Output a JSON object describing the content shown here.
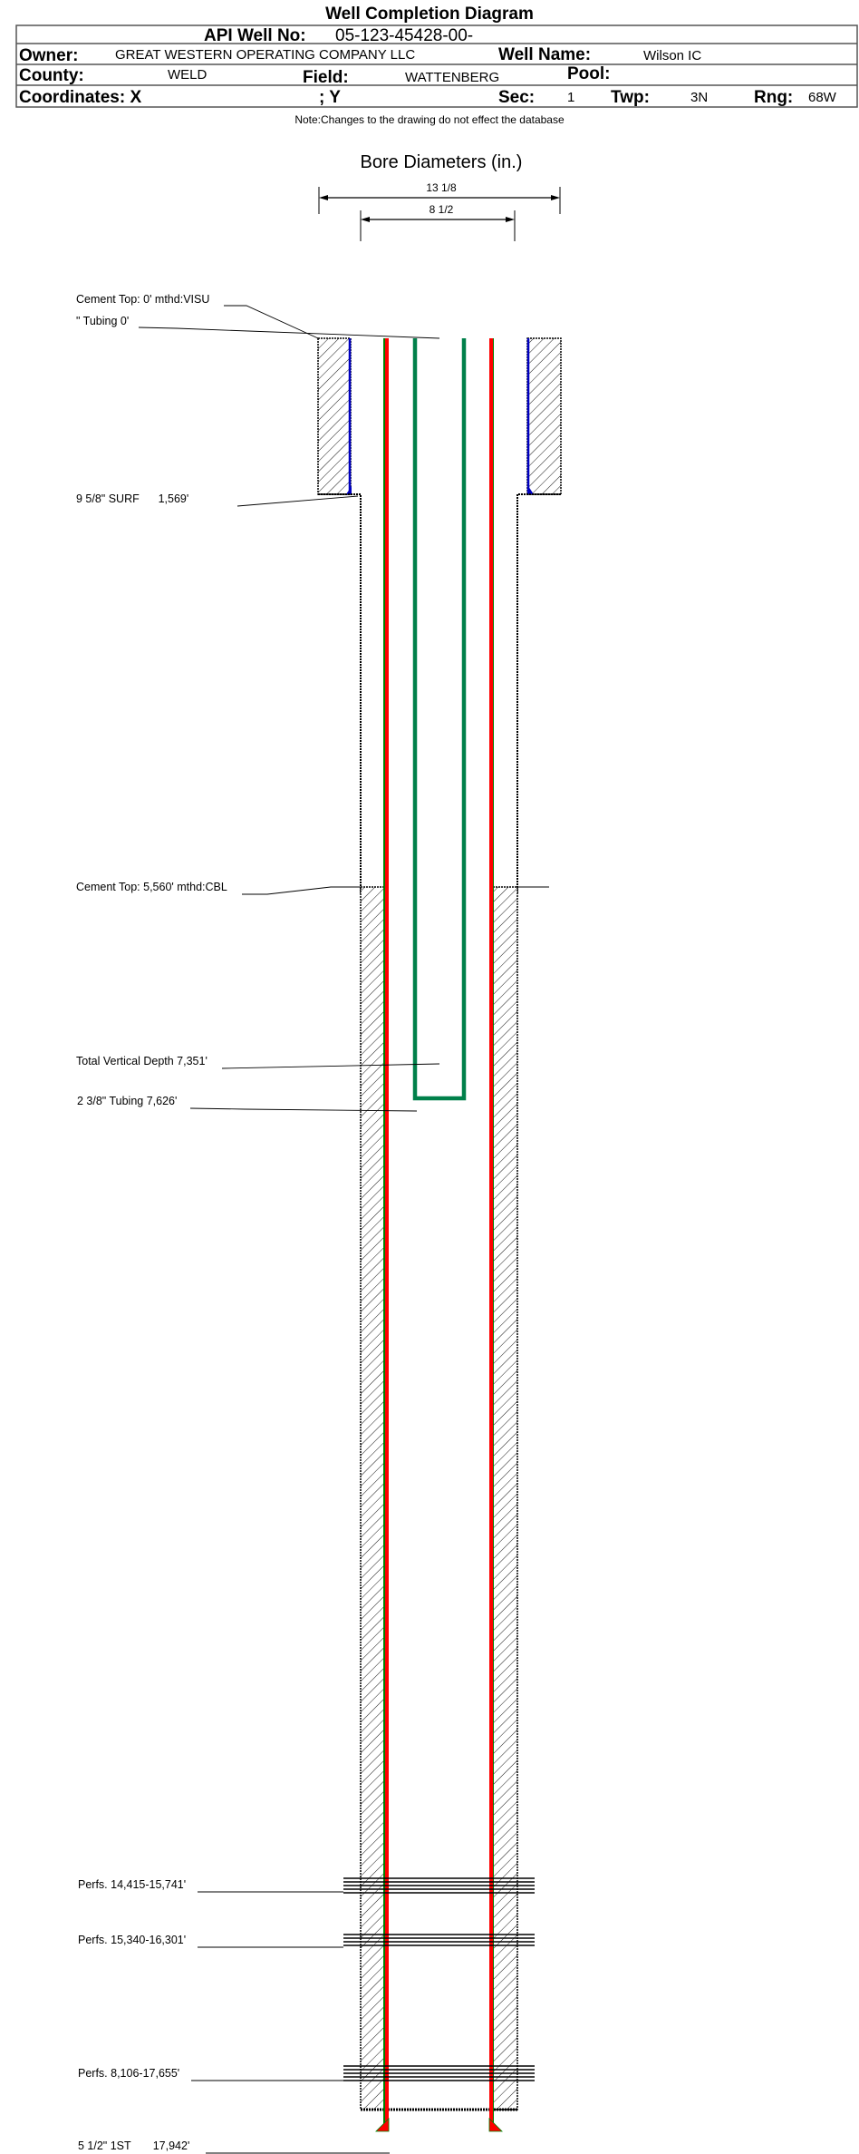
{
  "title": "Well Completion Diagram",
  "header": {
    "api_label": "API Well No:",
    "api_value": "05-123-45428-00-",
    "owner_label": "Owner:",
    "owner_value": "GREAT WESTERN OPERATING COMPANY LLC",
    "well_name_label": "Well Name:",
    "well_name_value": "Wilson IC",
    "county_label": "County:",
    "county_value": "WELD",
    "field_label": "Field:",
    "field_value": "WATTENBERG",
    "pool_label": "Pool:",
    "coords_label": "Coordinates: X",
    "y_label": "; Y",
    "sec_label": "Sec:",
    "sec_value": "1",
    "twp_label": "Twp:",
    "twp_value": "3N",
    "rng_label": "Rng:",
    "rng_value": "68W"
  },
  "note": "Note:Changes to the drawing do not effect the database",
  "bore": {
    "title": "Bore Diameters (in.)",
    "diameters": [
      "13 1/8",
      "8 1/2"
    ]
  },
  "annotations": {
    "cement_top_surface": "Cement Top: 0' mthd:VISU",
    "tubing_top": "\" Tubing 0'",
    "surface_casing": "9 5/8\" SURF      1,569'",
    "cement_top_production": "Cement Top: 5,560' mthd:CBL",
    "tvd": "Total Vertical Depth 7,351'",
    "tubing": "2 3/8\" Tubing 7,626'",
    "perfs": [
      "Perfs. 14,415-15,741'",
      "Perfs. 15,340-16,301'",
      "Perfs. 8,106-17,655'"
    ],
    "production_casing": "5 1/2\" 1ST       17,942'"
  },
  "colors": {
    "casing": "#ff0000",
    "casing_edge": "#008000",
    "tubing": "#00804a",
    "surface_liner": "#0000c0"
  }
}
